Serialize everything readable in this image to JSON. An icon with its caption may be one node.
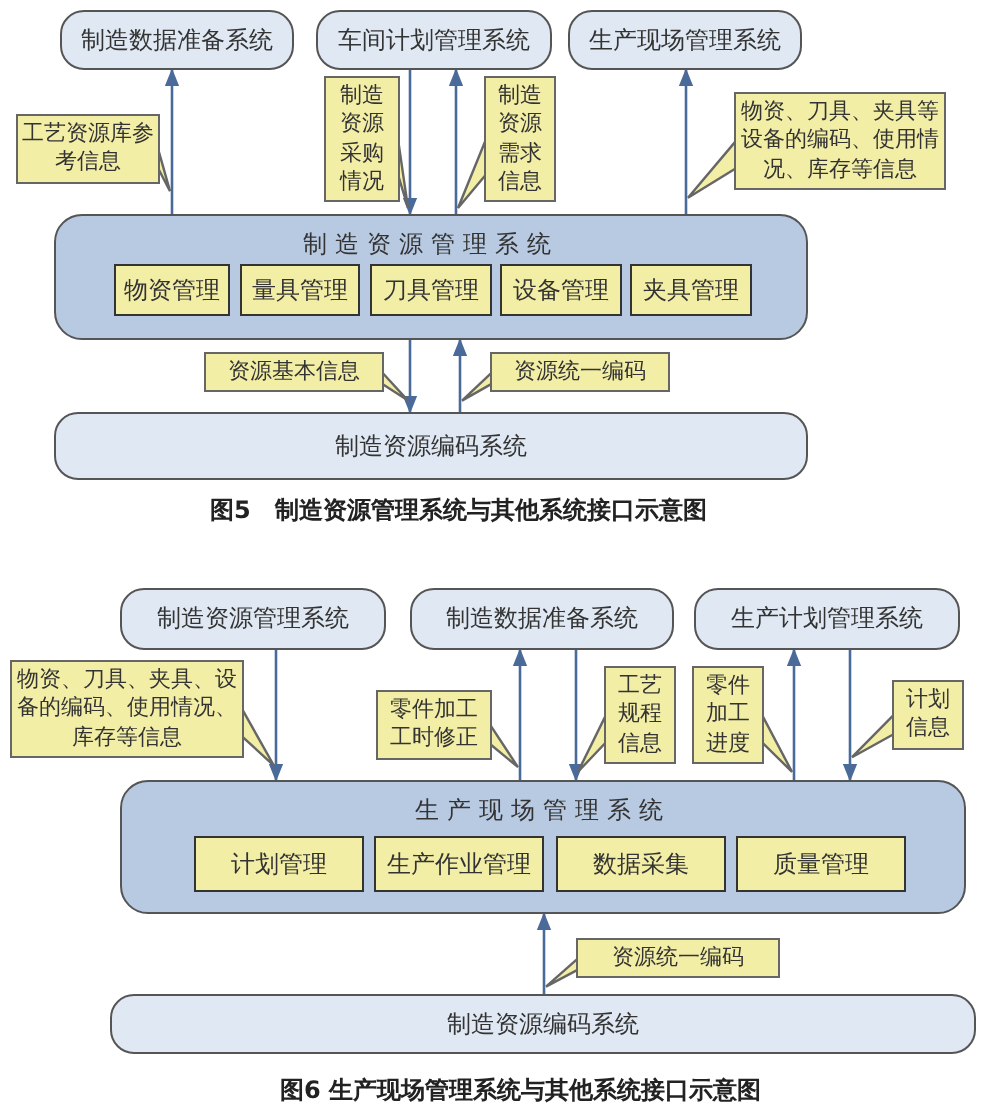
{
  "diagram": {
    "nodes": [
      {
        "text": [
          "制造数据准备系统"
        ]
      },
      {
        "text": [
          "车间计划管理系统"
        ]
      },
      {
        "text": [
          "生产现场管理系统"
        ]
      },
      {
        "text": [
          "制造资源管理系统"
        ]
      },
      {
        "text": [
          "物资管理"
        ],
        "in": 3
      },
      {
        "text": [
          "量具管理"
        ],
        "in": 3
      },
      {
        "text": [
          "刀具管理"
        ],
        "in": 3
      },
      {
        "text": [
          "设备管理"
        ],
        "in": 3
      },
      {
        "text": [
          "夹具管理"
        ],
        "in": 3
      },
      {
        "text": [
          "制造资源编码系统"
        ]
      },
      {
        "text": [
          "制造资源管理系统"
        ]
      },
      {
        "text": [
          "制造数据准备系统"
        ]
      },
      {
        "text": [
          "生产计划管理系统"
        ]
      },
      {
        "text": [
          "生产现场管理系统"
        ]
      },
      {
        "text": [
          "计划管理"
        ],
        "in": 13
      },
      {
        "text": [
          "生产作业管理"
        ],
        "in": 13
      },
      {
        "text": [
          "数据采集"
        ],
        "in": 13
      },
      {
        "text": [
          "质量管理"
        ],
        "in": 13
      },
      {
        "text": [
          "制造资源编码系统"
        ]
      }
    ],
    "edges": [
      {
        "from": 3,
        "to": 0,
        "arrow": "to",
        "label": "工艺资源库参考信息"
      },
      {
        "from": 1,
        "to": 3,
        "arrow": "to",
        "label": "制造资源采购情况"
      },
      {
        "from": 3,
        "to": 1,
        "arrow": "to",
        "label": "制造资源需求信息"
      },
      {
        "from": 3,
        "to": 2,
        "arrow": "to",
        "label": "物资、刀具、夹具等设备的编码、使用情况、库存等信息"
      },
      {
        "from": 3,
        "to": 9,
        "arrow": "to",
        "label": "资源基本信息"
      },
      {
        "from": 9,
        "to": 3,
        "arrow": "to",
        "label": "资源统一编码"
      },
      {
        "from": 10,
        "to": 13,
        "arrow": "to",
        "label": "物资、刀具、夹具、设备的编码、使用情况、库存等信息"
      },
      {
        "from": 13,
        "to": 11,
        "arrow": "to",
        "label": "零件加工工时修正"
      },
      {
        "from": 11,
        "to": 13,
        "arrow": "to",
        "label": "工艺规程信息"
      },
      {
        "from": 13,
        "to": 12,
        "arrow": "to",
        "label": "零件加工进度"
      },
      {
        "from": 12,
        "to": 13,
        "arrow": "to",
        "label": "计划信息"
      },
      {
        "from": 18,
        "to": 13,
        "arrow": "to",
        "label": "资源统一编码"
      }
    ],
    "labels": [
      "图5　制造资源管理系统与其他系统接口示意图",
      "图6 生产现场管理系统与其他系统接口示意图"
    ]
  }
}
